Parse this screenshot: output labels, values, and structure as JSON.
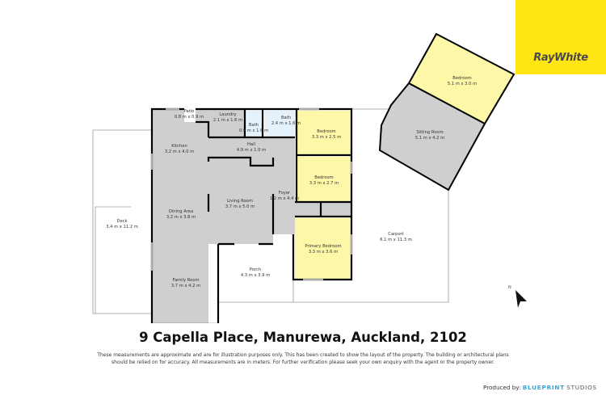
{
  "brand": {
    "name": "RayWhite",
    "bg_color": "#ffe512",
    "text_color": "#4a4a4a"
  },
  "address": "9 Capella Place, Manurewa, Auckland, 2102",
  "disclaimer": "These measurements are approximate and are for illustration purposes only. This has been created to show the layout of the property. The building or architectural plans should be relied on for accuracy. All measurements are in meters. For further verification please seek your own enquiry with the agent or the property owner.",
  "producer": {
    "prefix": "Produced by:",
    "name1": "BLUEPRINT",
    "name2": "STUDIOS"
  },
  "compass": {
    "label": "N"
  },
  "colors": {
    "living": "#cfcfcf",
    "bedroom": "#fdf7a8",
    "bath": "#e6f2fb",
    "wall": "#000000",
    "outdoor": "#ffffff"
  },
  "rooms": [
    {
      "name": "Patio",
      "size": "0.8 m x 0.9 m"
    },
    {
      "name": "Laundry",
      "size": "2.1 m x 1.6 m"
    },
    {
      "name": "Bath",
      "size": "0.9 m x 1.6 m"
    },
    {
      "name": "Bath",
      "size": "2.4 m x 1.6 m"
    },
    {
      "name": "Bedroom",
      "size": "3.3 m x 2.5 m"
    },
    {
      "name": "Kitchen",
      "size": "3.2 m x 4.0 m"
    },
    {
      "name": "Hall",
      "size": "4.9 m x 1.0 m"
    },
    {
      "name": "Bedroom",
      "size": "3.3 m x 2.7 m"
    },
    {
      "name": "Living Room",
      "size": "3.7 m x 5.0 m"
    },
    {
      "name": "Foyer",
      "size": "1.2 m x 4.4 m"
    },
    {
      "name": "Dining Area",
      "size": "3.2 m x 3.8 m"
    },
    {
      "name": "Deck",
      "size": "3.4 m x 11.2 m"
    },
    {
      "name": "Carport",
      "size": "6.1 m x 11.3 m"
    },
    {
      "name": "Primary Bedroom",
      "size": "3.3 m x 3.6 m"
    },
    {
      "name": "Porch",
      "size": "4.3 m x 3.9 m"
    },
    {
      "name": "Family Room",
      "size": "3.7 m x 4.2 m"
    },
    {
      "name": "Bedroom",
      "size": "5.1 m x 3.0 m"
    },
    {
      "name": "Sitting Room",
      "size": "5.1 m x 4.2 m"
    }
  ]
}
